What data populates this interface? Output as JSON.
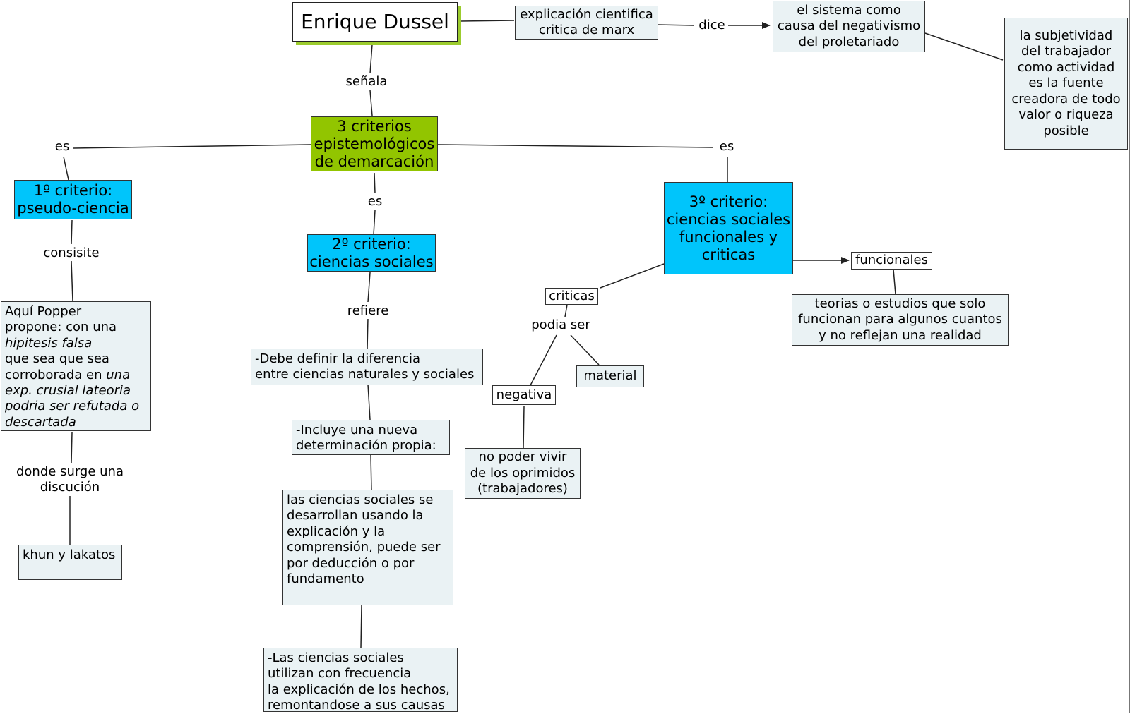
{
  "nodes": {
    "enrique": "Enrique Dussel",
    "explicacion": [
      "explicación cientifica",
      "critica de marx"
    ],
    "sistema": [
      "el sistema como",
      "causa del negativismo",
      "del proletariado"
    ],
    "subjetividad": [
      "la subjetividad",
      "del trabajador",
      "como actividad",
      "es la fuente",
      "creadora de todo",
      "valor o riqueza",
      "posible"
    ],
    "tres_criterios": [
      "3 criterios",
      "epistemológicos",
      "de demarcación"
    ],
    "c1": [
      "1º criterio:",
      "pseudo-ciencia"
    ],
    "c2": [
      "2º criterio:",
      "ciencias sociales"
    ],
    "c3": [
      "3º criterio:",
      "ciencias sociales",
      "funcionales y",
      "criticas"
    ],
    "popper": {
      "l1": "Aquí Popper",
      "l2": "propone: con una",
      "l3": "hipitesis falsa",
      "l4a": "que sea que sea",
      "l5a": "corroborada en ",
      "l5b": "una",
      "l6": "exp. crusial lateoria",
      "l7": "podria ser refutada o",
      "l8": "descartada"
    },
    "khun": "khun y lakatos",
    "definir": [
      "-Debe definir la diferencia",
      "entre ciencias naturales y sociales"
    ],
    "incluye": [
      "-Incluye una nueva",
      "determinación propia:"
    ],
    "desarrollan": [
      "las ciencias sociales se",
      "desarrollan usando la",
      "explicación y la",
      "comprensión, puede ser",
      "por deducción o por",
      "fundamento"
    ],
    "utilizan": [
      "-Las ciencias sociales",
      "utilizan con frecuencia",
      "la explicación de los hechos,",
      "remontandose a sus causas"
    ],
    "criticas": "criticas",
    "funcionales": "funcionales",
    "teorias": [
      "teorias o estudios que solo",
      "funcionan para algunos cuantos",
      "y no reflejan una realidad"
    ],
    "negativa": "negativa",
    "material": "material",
    "oprimidos": [
      "no poder vivir",
      "de los oprimidos",
      "(trabajadores)"
    ]
  },
  "links": {
    "senala": "señala",
    "dice": "dice",
    "es_left": "es",
    "es_mid": "es",
    "es_right": "es",
    "consisite": "consisite",
    "refiere": "refiere",
    "donde": [
      "donde surge una",
      "discución"
    ],
    "podia": "podia ser"
  },
  "colors": {
    "box_fill": "#eaf2f4",
    "blue_fill": "#00c5fb",
    "green_fill": "#92c500",
    "title_shadow": "#9ccc2e",
    "line": "#222222"
  }
}
